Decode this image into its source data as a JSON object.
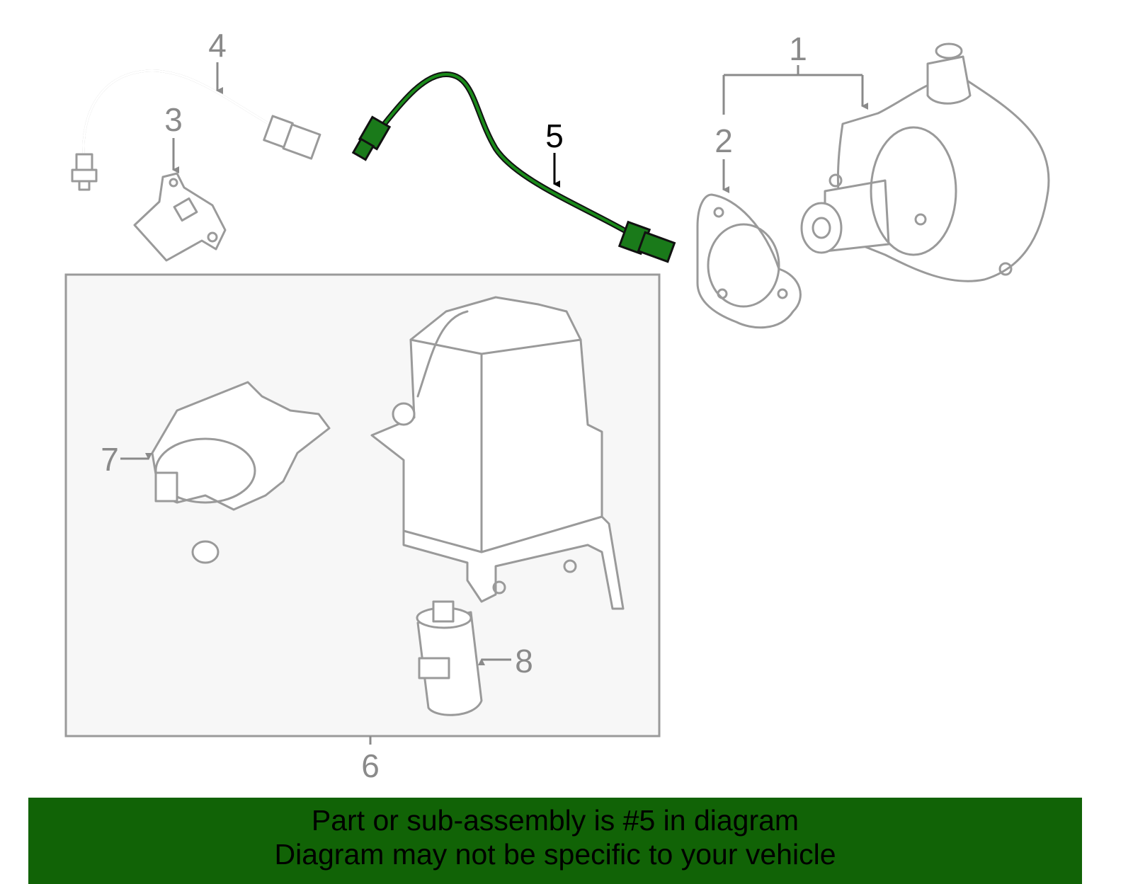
{
  "diagram": {
    "callouts": [
      "1",
      "2",
      "3",
      "4",
      "5",
      "6",
      "7",
      "8"
    ],
    "highlighted_part": "5",
    "colors": {
      "highlight": "#1a5e1a",
      "part_stroke": "#9a9a9a",
      "banner": "#116306",
      "subassembly_box": "#f7f7f7"
    }
  },
  "banner": {
    "line1": "Part or sub-assembly is #5 in diagram",
    "line2": "Diagram may not be specific to your vehicle"
  }
}
